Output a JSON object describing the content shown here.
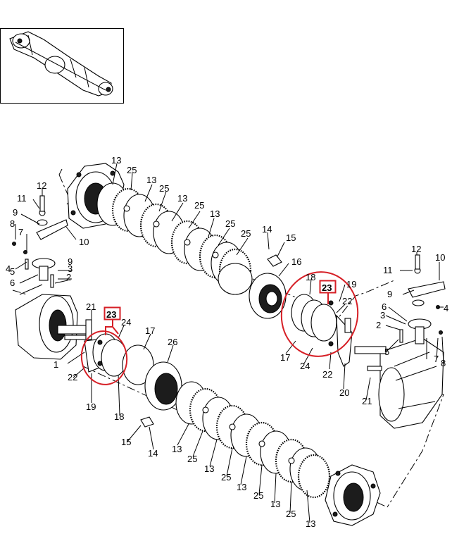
{
  "highlight_color": "#d61f26",
  "highlighted_part": "23",
  "thumbnail": {
    "icon": "axle-assembly-icon"
  },
  "callouts": [
    "13",
    "25",
    "25",
    "13",
    "25",
    "13",
    "25",
    "13",
    "25",
    "13",
    "12",
    "11",
    "9",
    "8",
    "7",
    "10",
    "14",
    "15",
    "4",
    "5",
    "6",
    "3",
    "9",
    "2",
    "16",
    "18",
    "19",
    "23",
    "22",
    "21",
    "23",
    "24",
    "17",
    "26",
    "1",
    "22",
    "19",
    "18",
    "17",
    "24",
    "22",
    "20",
    "12",
    "11",
    "10",
    "9",
    "6",
    "4",
    "3",
    "2",
    "5",
    "7",
    "8",
    "21",
    "15",
    "14",
    "13",
    "25",
    "13",
    "25",
    "13",
    "25",
    "13",
    "25",
    "13"
  ]
}
